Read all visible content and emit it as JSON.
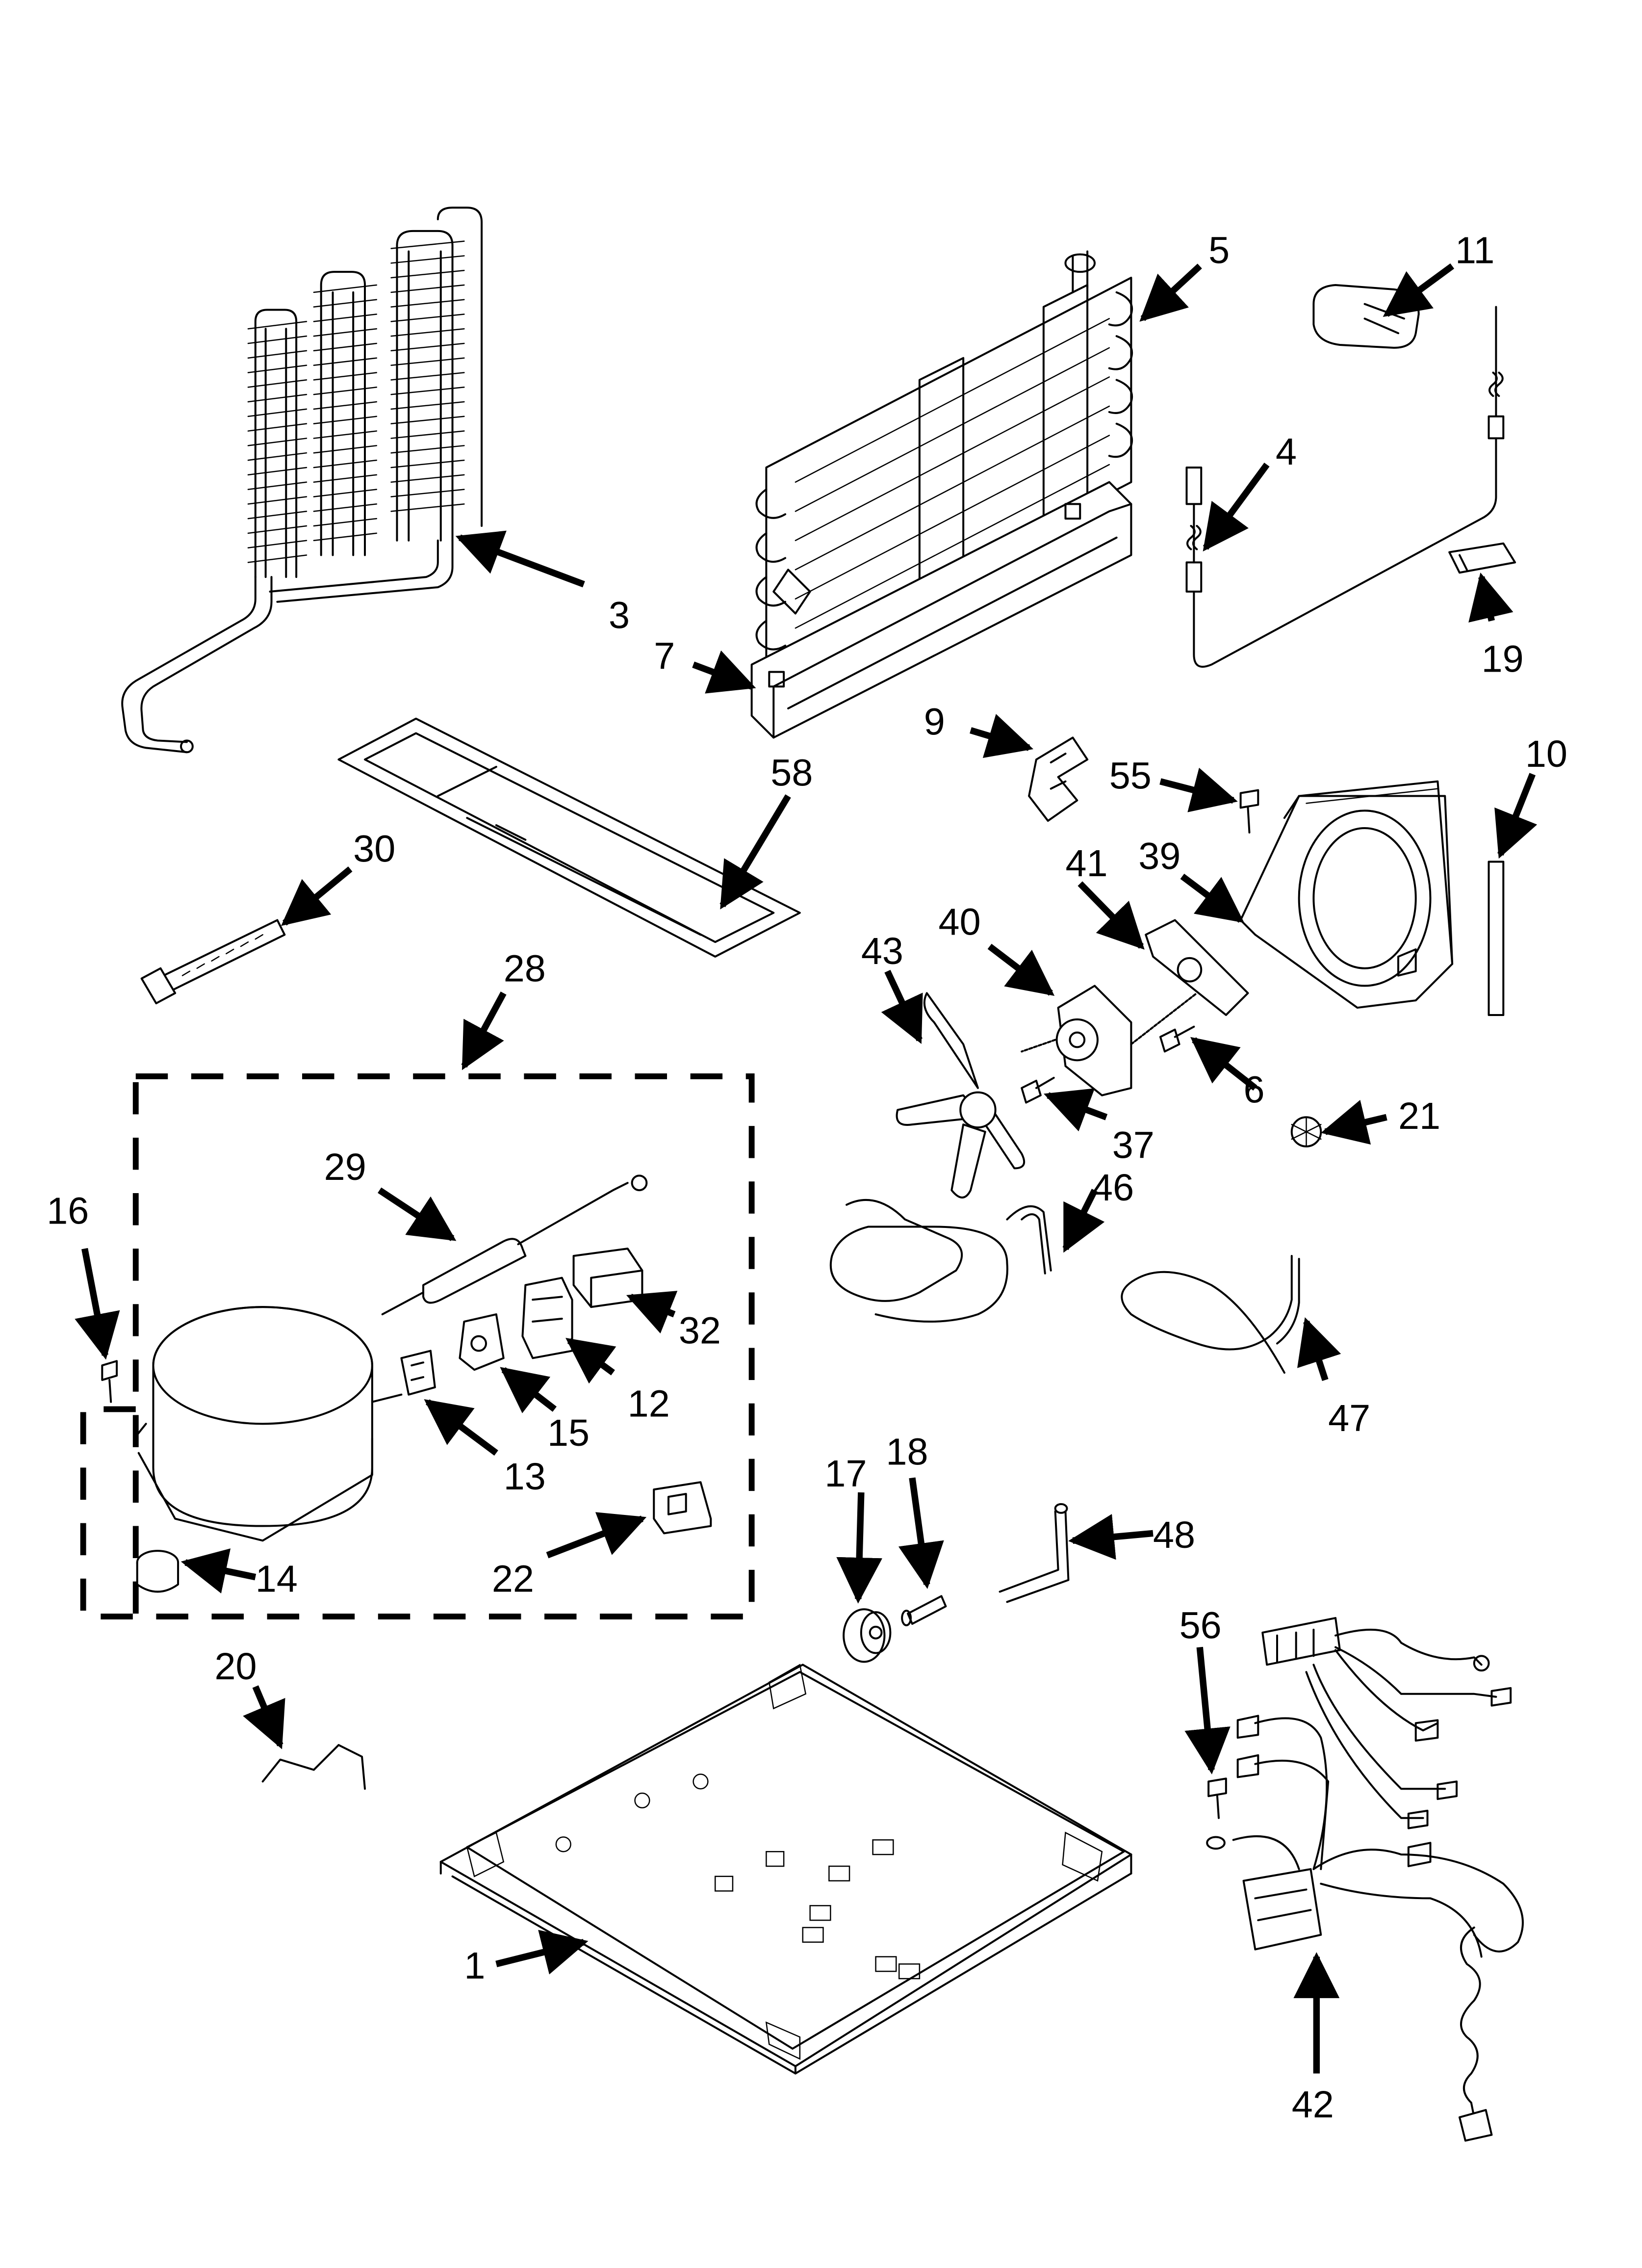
{
  "diagram": {
    "callouts": [
      {
        "id": "c1",
        "label": "1"
      },
      {
        "id": "c3",
        "label": "3"
      },
      {
        "id": "c4",
        "label": "4"
      },
      {
        "id": "c5",
        "label": "5"
      },
      {
        "id": "c6",
        "label": "6"
      },
      {
        "id": "c7",
        "label": "7"
      },
      {
        "id": "c9",
        "label": "9"
      },
      {
        "id": "c10",
        "label": "10"
      },
      {
        "id": "c11",
        "label": "11"
      },
      {
        "id": "c12",
        "label": "12"
      },
      {
        "id": "c13",
        "label": "13"
      },
      {
        "id": "c14",
        "label": "14"
      },
      {
        "id": "c15",
        "label": "15"
      },
      {
        "id": "c16",
        "label": "16"
      },
      {
        "id": "c17",
        "label": "17"
      },
      {
        "id": "c18",
        "label": "18"
      },
      {
        "id": "c19",
        "label": "19"
      },
      {
        "id": "c20",
        "label": "20"
      },
      {
        "id": "c21",
        "label": "21"
      },
      {
        "id": "c22",
        "label": "22"
      },
      {
        "id": "c28",
        "label": "28"
      },
      {
        "id": "c29",
        "label": "29"
      },
      {
        "id": "c30",
        "label": "30"
      },
      {
        "id": "c32",
        "label": "32"
      },
      {
        "id": "c37",
        "label": "37"
      },
      {
        "id": "c39",
        "label": "39"
      },
      {
        "id": "c40",
        "label": "40"
      },
      {
        "id": "c41",
        "label": "41"
      },
      {
        "id": "c42",
        "label": "42"
      },
      {
        "id": "c43",
        "label": "43"
      },
      {
        "id": "c46",
        "label": "46"
      },
      {
        "id": "c47",
        "label": "47"
      },
      {
        "id": "c48",
        "label": "48"
      },
      {
        "id": "c55",
        "label": "55"
      },
      {
        "id": "c56",
        "label": "56"
      },
      {
        "id": "c58",
        "label": "58"
      }
    ],
    "colors": {
      "ink": "#000000",
      "paper": "#ffffff"
    }
  }
}
